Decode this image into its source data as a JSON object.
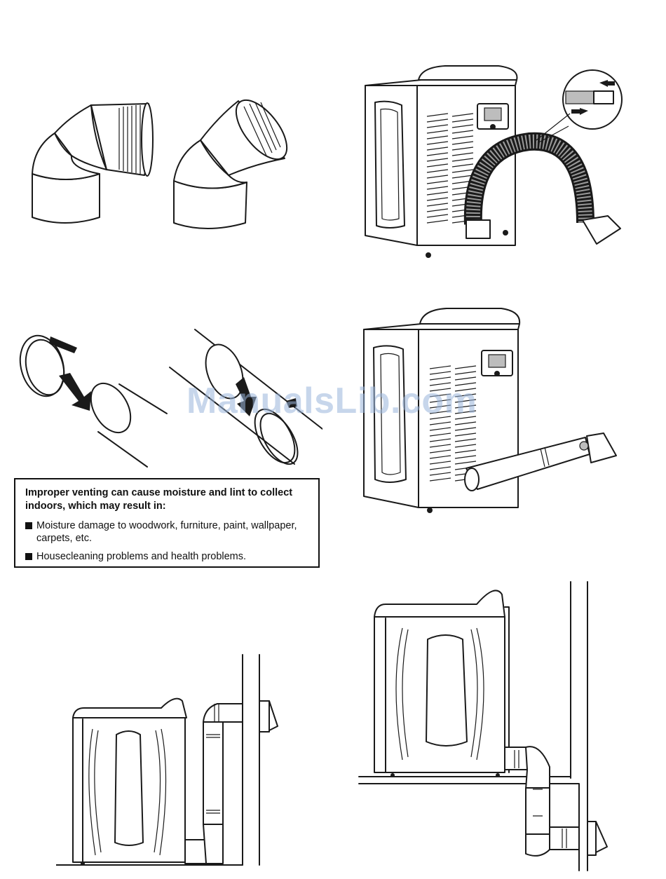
{
  "warning": {
    "heading": "Improper venting can cause moisture and lint to collect indoors, which may result in:",
    "items": [
      "Moisture damage to woodwork, furniture, paint, wallpaper, carpets, etc.",
      "Housecleaning problems and health problems."
    ]
  },
  "watermark": "ManualsLib.com",
  "icons": {
    "elbow_90": "vent-elbow-90-icon",
    "elbow_45": "vent-elbow-45-icon",
    "clamp": "clamp-icon",
    "arrow": "arrow-icon"
  }
}
